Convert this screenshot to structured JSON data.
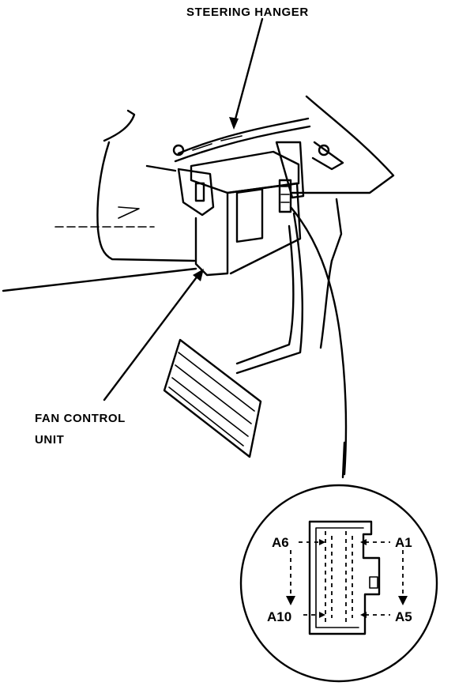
{
  "labels": {
    "steering_hanger": "STEERING HANGER",
    "fan_control_line1": "FAN CONTROL",
    "fan_control_line2": "UNIT"
  },
  "connector": {
    "pin_a6": "A6",
    "pin_a1": "A1",
    "pin_a10": "A10",
    "pin_a5": "A5"
  }
}
